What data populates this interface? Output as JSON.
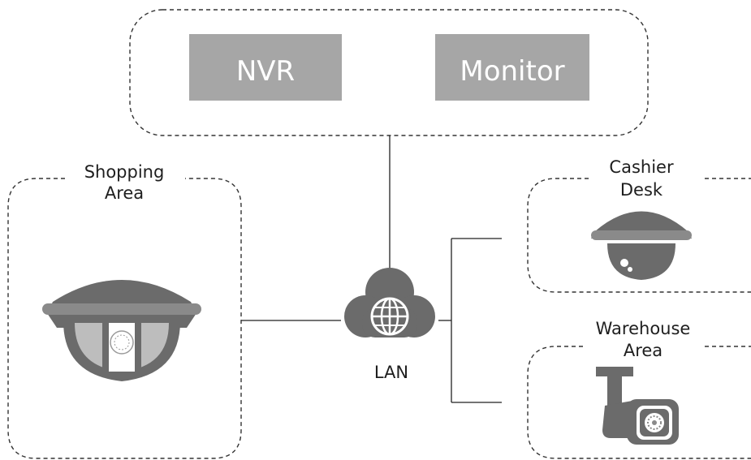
{
  "head_end": {
    "nvr_label": "NVR",
    "monitor_label": "Monitor"
  },
  "network": {
    "lan_label": "LAN"
  },
  "zones": {
    "shopping": {
      "line1": "Shopping",
      "line2": "Area"
    },
    "cashier": {
      "line1": "Cashier",
      "line2": "Desk"
    },
    "warehouse": {
      "line1": "Warehouse",
      "line2": "Area"
    }
  },
  "colors": {
    "box_fill": "#a6a6a6",
    "icon_dark": "#6b6b6b",
    "icon_mid": "#8a8a8a",
    "icon_light": "#bdbdbd"
  }
}
